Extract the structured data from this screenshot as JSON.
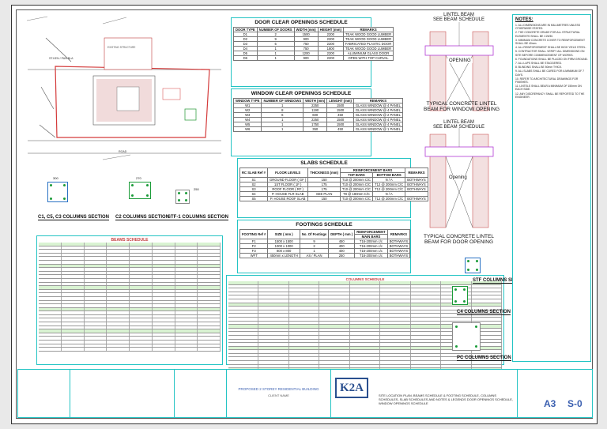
{
  "door_schedule": {
    "title": "DOOR CLEAR OPENINGS SCHEDULE",
    "headers": [
      "DOOR TYPE",
      "NUMBER OF DOORS",
      "WIDTH (mm)",
      "HEIGHT (mm)",
      "REMARKS"
    ],
    "rows": [
      [
        "D1",
        "2",
        "1500",
        "2200",
        "TEAK WOOD GOOD LUMBER"
      ],
      [
        "D2",
        "9",
        "900",
        "2200",
        "TEAK WOOD GOOD LUMBER"
      ],
      [
        "D3",
        "5",
        "750",
        "2200",
        "FABRICATED PLASTIC DOOR"
      ],
      [
        "D4",
        "1",
        "750",
        "1800",
        "TEAK WOOD GOOD LUMBER"
      ],
      [
        "D5",
        "1",
        "1200",
        "2200",
        "ALUMINIUM GLASS DOOR"
      ],
      [
        "D6",
        "1",
        "900",
        "2200",
        "OPEN WITH TOP CURVAL"
      ]
    ]
  },
  "window_schedule": {
    "title": "WINDOW CLEAR OPENINGS SCHEDULE",
    "headers": [
      "WINDOW TYPE",
      "NUMBER OF WINDOWS",
      "WIDTH (mm)",
      "LENGHT (mm)",
      "REMARKS"
    ],
    "rows": [
      [
        "W1",
        "1",
        "2250",
        "1500",
        "GLASS WINDOW @ 4 PANEL"
      ],
      [
        "W2",
        "8",
        "1190",
        "1500",
        "GLASS WINDOW @ 4 PANEL"
      ],
      [
        "W3",
        "6",
        "600",
        "450",
        "GLASS WINDOW @ 2 PANEL"
      ],
      [
        "W4",
        "1",
        "2250",
        "1500",
        "GLASS WINDOW @ 4 PANEL"
      ],
      [
        "W5",
        "1",
        "1750",
        "1500",
        "GLASS WINDOW @ 4 PANEL"
      ],
      [
        "W6",
        "1",
        "350",
        "450",
        "GLASS WINDOW @ 1 PANEL"
      ]
    ]
  },
  "slabs_schedule": {
    "title": "SLABS SCHEDULE",
    "headers": [
      "RC SLAB Ref #",
      "FLOOR LEVELS",
      "THICKNESS (mm)",
      "REINFORCEMENT BARS",
      "REMARKS"
    ],
    "subheaders": [
      "TOP BARS",
      "BOTTOM BARS"
    ],
    "rows": [
      [
        "S1",
        "GROUND FLOOR ( GF )",
        "150",
        "T10 @ 200mm C/C",
        "N / A",
        "BOTHWAYS"
      ],
      [
        "S2",
        "1ST FLOOR ( 1F )",
        "175",
        "T10 @ 200mm C/C",
        "T12 @ 200mm C/C",
        "BOTHWAYS"
      ],
      [
        "S3",
        "ROOF FLOOR ( RF )",
        "175",
        "T10 @ 200mm C/C",
        "T12 @ 200mm C/C",
        "BOTHWAYS"
      ],
      [
        "S4",
        "P. HOUSE FLR SLAB",
        "SEE PLAN",
        "T8 @ 180mm C/C",
        "N / A",
        ""
      ],
      [
        "S5",
        "P. HOUSE ROOF SLAB",
        "150",
        "T10 @ 200mm C/C",
        "T12 @ 200mm C/C",
        "BOTHWAYS"
      ]
    ]
  },
  "footings_schedule": {
    "title": "FOOTINGS SCHEDULE",
    "headers": [
      "FOOTING Ref #",
      "SIZE ( mm )",
      "No. Of Footings",
      "DEPTH ( mm )",
      "REINFORCEMENT",
      "REMARKS"
    ],
    "subheader": "MAIN BARS",
    "rows": [
      [
        "F1",
        "1500 x 1500",
        "9",
        "450",
        "T16-200mm c/c",
        "BOTHWAYS"
      ],
      [
        "F2",
        "1000 x 1000",
        "2",
        "400",
        "T16-200mm c/c",
        "BOTHWAYS"
      ],
      [
        "F3",
        "800 x 800",
        "1",
        "400",
        "T16-200mm c/c",
        "BOTHWAYS"
      ],
      [
        "WFT",
        "450mm x LENGTH",
        "AS / PLAN",
        "250",
        "T16-200mm c/c",
        "BOTHWAYS"
      ]
    ]
  },
  "beams_schedule": {
    "title": "BEAMS SCHEDULE",
    "row_count": 30
  },
  "column_schedule": {
    "title": "COLUMNS SCHEDULE",
    "row_count": 30
  },
  "lintel_window": {
    "beam_label": "LINTEL BEAM\nSEE BEAM SCHEDULE",
    "opening": "OPENING",
    "caption": "TYPICAL CONCRETE LINTEL\nBEAM FOR WINDOW OPENING"
  },
  "lintel_door": {
    "beam_label": "LINTEL BEAM\nSEE BEAM SCHEDULE",
    "opening": "Opening",
    "caption": "TYPICAL CONCRETE LINTEL\nBEAM FOR DOOR OPENING"
  },
  "column_sections": {
    "c1": "C1, C5, C3 COLUMNS SECTION",
    "c2": "C2 COLUMNS SECTION",
    "stf1": "STF-1 COLUMNS SECTION",
    "stf": "STF COLUMNS SECTION",
    "c4": "C4 COLUMNS SECTION",
    "pc": "PC COLUMNS SECTION",
    "dims": {
      "c1": "300",
      "c2": "270",
      "stf1": "250"
    }
  },
  "site_plan": {
    "plot_label": "ST.KEN / PAN BLA",
    "road": "ROAD",
    "note": "EXISTING STRUCTURE"
  },
  "notes": {
    "title": "NOTES:",
    "items": [
      "1. ALL DIMENSIONS ARE IN MILLIMETRES UNLESS OTHERWISE STATED.",
      "2. THE CONCRETE GRADE FOR ALL STRUCTURAL ELEMENTS SHALL BE C25/30.",
      "3. MINIMUM CONCRETE COVER TO REINFORCEMENT SHALL BE 40mm.",
      "4. ALL REINFORCEMENT SHALL BE HIGH YIELD STEEL.",
      "5. CONTRACTOR SHALL VERIFY ALL DIMENSIONS ON SITE BEFORE COMMENCEMENT OF WORKS.",
      "6. FOUNDATIONS SHALL BE PLACED ON FIRM GROUND.",
      "7. ALL LAPS SHALL BE STAGGERED.",
      "8. BLINDING SHALL BE 50mm THICK.",
      "9. ALL SLABS SHALL BE CURED FOR A MINIMUM OF 7 DAYS.",
      "10. REFER TO ARCHITECTURAL DRAWINGS FOR FINISHES.",
      "11. LINTELS SHALL BEAR A MINIMUM OF 150mm ON EACH SIDE.",
      "12. ANY DISCREPANCY SHALL BE REPORTED TO THE ENGINEER."
    ]
  },
  "title_block": {
    "logo": "K2A",
    "project": "PROPOSED 2 STOREY RESIDENTIAL BUILDING",
    "client": "CLIENT NAME",
    "drawing_title": "SITE LOCATION PLAN, BEAMS SCHEDULE & FOOTING SCHEDULE, COLUMNS SCHEDULES, SLAB SCHEDULES AND NOTES & LEGENDS DOOR OPENINGS SCHEDULE, WINDOW OPENINGS SCHEDULE",
    "paper": "A3",
    "sheet": "S-0"
  },
  "colors": {
    "accent_cyan": "#24c4c4",
    "header_red": "#c23b3b",
    "highlight_green": "#d9f3d2",
    "title_blue": "#2a4f8f"
  }
}
